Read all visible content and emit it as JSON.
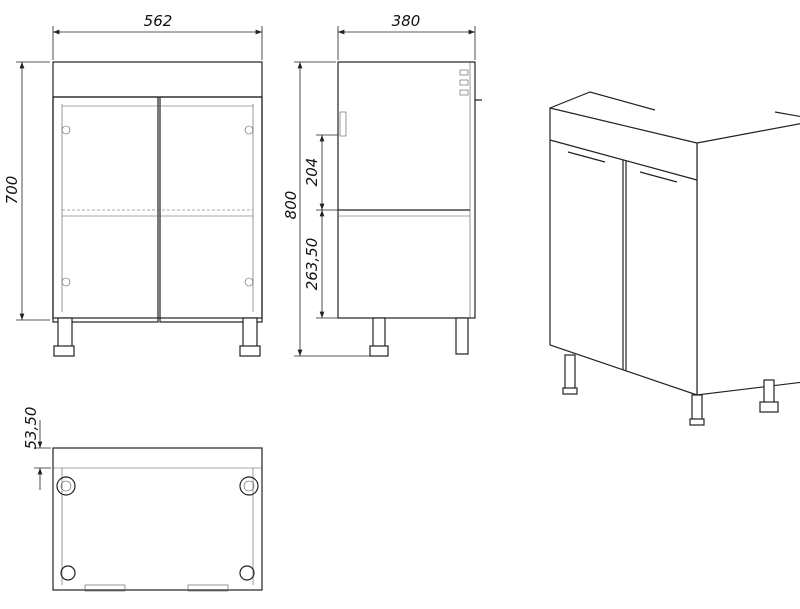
{
  "drawing": {
    "front_view": {
      "width_label": "562",
      "height_label": "700"
    },
    "side_view": {
      "depth_label": "380",
      "total_height_label": "800",
      "upper_section_label": "204",
      "lower_section_label": "263,50"
    },
    "plan_view": {
      "offset_label": "53,50"
    }
  }
}
